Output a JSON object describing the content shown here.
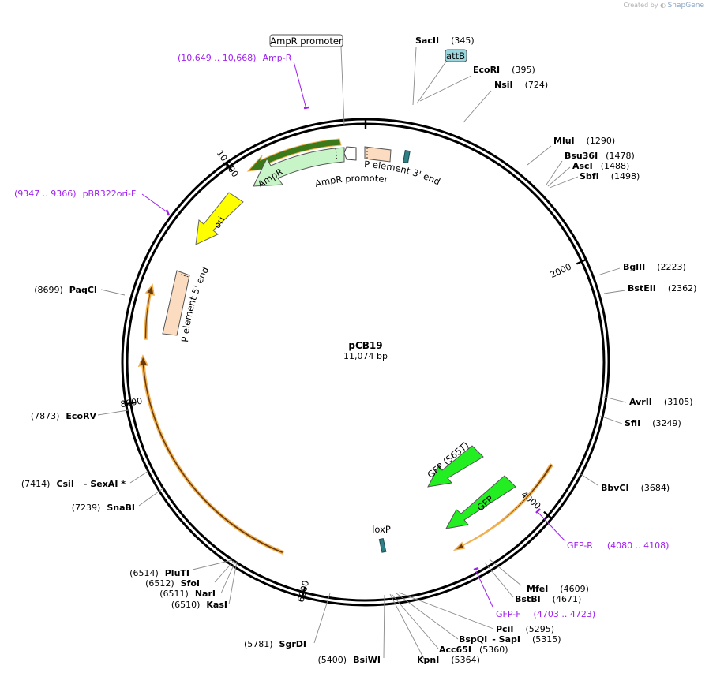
{
  "watermark": {
    "prefix": "Created by",
    "brand": "SnapGene",
    "logo_icon": "snapgene-logo-icon"
  },
  "plasmid": {
    "name": "pCB19",
    "length_label": "11,074 bp",
    "length": 11074
  },
  "ruler_ticks": [
    {
      "pos": 0,
      "label": ""
    },
    {
      "pos": 2000,
      "label": "2000"
    },
    {
      "pos": 4000,
      "label": "4000"
    },
    {
      "pos": 6000,
      "label": "6000"
    },
    {
      "pos": 8000,
      "label": "8000"
    },
    {
      "pos": 10000,
      "label": "10,000"
    }
  ],
  "sites": [
    {
      "name": "SacII",
      "pos": "(345)",
      "bp": 345
    },
    {
      "name": "EcoRI",
      "pos": "(395)",
      "bp": 395
    },
    {
      "name": "NsiI",
      "pos": "(724)",
      "bp": 724
    },
    {
      "name": "MluI",
      "pos": "(1290)",
      "bp": 1290
    },
    {
      "name": "Bsu36I",
      "pos": "(1478)",
      "bp": 1478
    },
    {
      "name": "AscI",
      "pos": "(1488)",
      "bp": 1488
    },
    {
      "name": "SbfI",
      "pos": "(1498)",
      "bp": 1498
    },
    {
      "name": "BglII",
      "pos": "(2223)",
      "bp": 2223
    },
    {
      "name": "BstEII",
      "pos": "(2362)",
      "bp": 2362
    },
    {
      "name": "AvrII",
      "pos": "(3105)",
      "bp": 3105
    },
    {
      "name": "SfiI",
      "pos": "(3249)",
      "bp": 3249
    },
    {
      "name": "BbvCI",
      "pos": "(3684)",
      "bp": 3684
    },
    {
      "name": "MfeI",
      "pos": "(4609)",
      "bp": 4609
    },
    {
      "name": "BstBI",
      "pos": "(4671)",
      "bp": 4671
    },
    {
      "name": "PciI",
      "pos": "(5295)",
      "bp": 5295
    },
    {
      "name": "BspQI",
      "extra": "SapI",
      "pos": "(5315)",
      "bp": 5315
    },
    {
      "name": "Acc65I",
      "pos": "(5360)",
      "bp": 5360
    },
    {
      "name": "KpnI",
      "pos": "(5364)",
      "bp": 5364
    },
    {
      "name": "BsiWI",
      "pos": "(5400)",
      "bp": 5400
    },
    {
      "name": "SgrDI",
      "pos": "(5781)",
      "bp": 5781
    },
    {
      "name": "KasI",
      "pos": "(6510)",
      "bp": 6510
    },
    {
      "name": "NarI",
      "pos": "(6511)",
      "bp": 6511
    },
    {
      "name": "SfoI",
      "pos": "(6512)",
      "bp": 6512
    },
    {
      "name": "PluTI",
      "pos": "(6514)",
      "bp": 6514
    },
    {
      "name": "SnaBI",
      "pos": "(7239)",
      "bp": 7239
    },
    {
      "name": "CsiI",
      "extra": "SexAI *",
      "pos": "(7414)",
      "bp": 7414
    },
    {
      "name": "EcoRV",
      "pos": "(7873)",
      "bp": 7873
    },
    {
      "name": "PaqCI",
      "pos": "(8699)",
      "bp": 8699
    }
  ],
  "primers": [
    {
      "name": "Amp-R",
      "range": "(10,649 .. 10,668)"
    },
    {
      "name": "pBR322ori-F",
      "range": "(9347 .. 9366)"
    },
    {
      "name": "GFP-R",
      "range": "(4080 .. 4108)"
    },
    {
      "name": "GFP-F",
      "range": "(4703 .. 4723)"
    }
  ],
  "features": {
    "ampr_promoter_top": "AmpR promoter",
    "ampr_promoter_inner": "AmpR promoter",
    "attb": "attB",
    "p3": "P element 3' end",
    "p5": "P element 5' end",
    "ampr": "AmpR",
    "ori": "ori",
    "gfp_s65t": "GFP (S65T)",
    "gfp": "GFP",
    "loxp": "loxP"
  },
  "colors": {
    "backbone": "#000000",
    "ampr": "#c8f5c8",
    "ori": "#ffff00",
    "gfp": "#22ee22",
    "p_element": "#fcdcc0",
    "orf_outline": "#f0b050",
    "attb": "#9ad6de",
    "loxp": "#2f7f86",
    "primer": "#a020f0",
    "leader": "#8a8a8a"
  }
}
